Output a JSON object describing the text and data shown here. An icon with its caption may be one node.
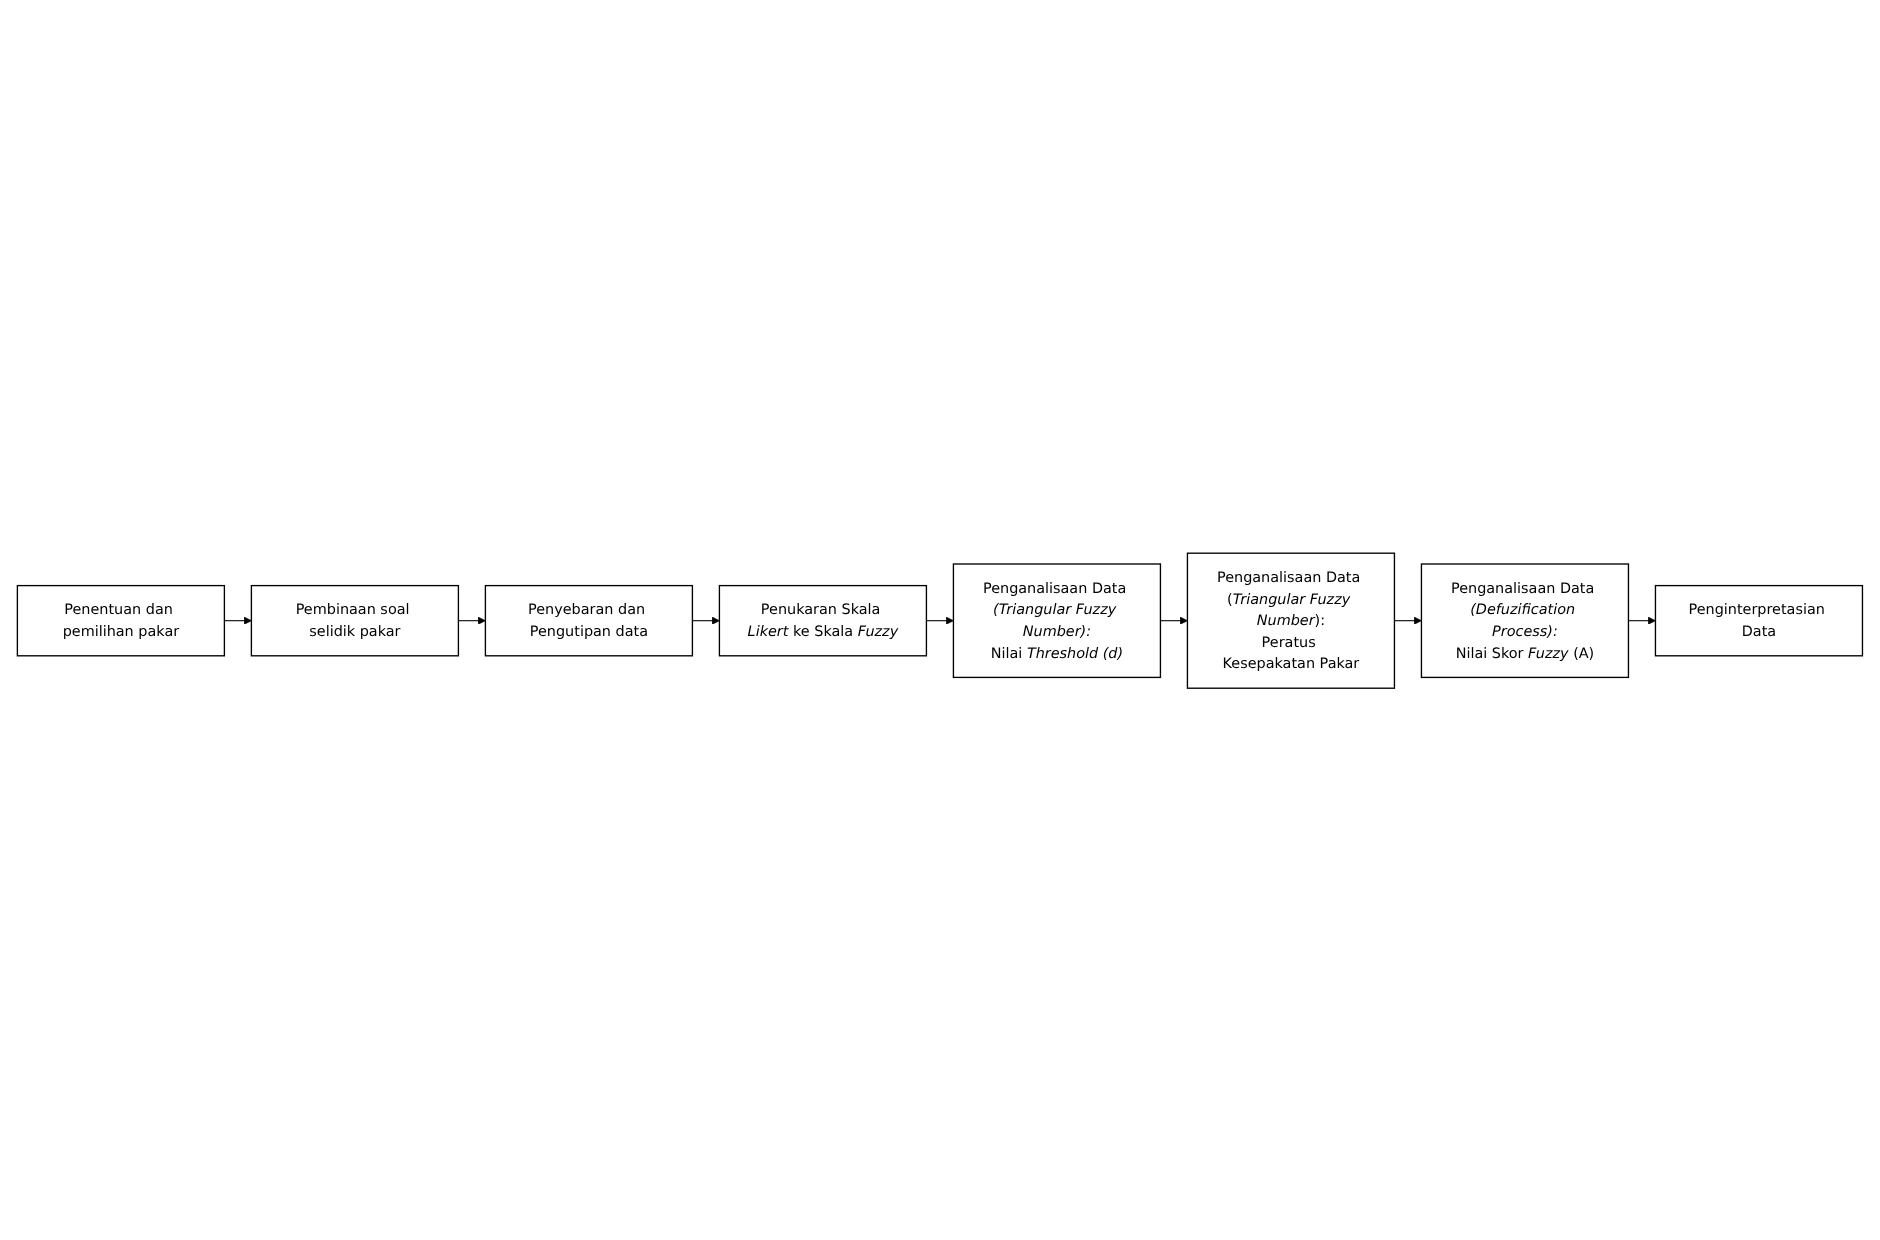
{
  "diagram": {
    "nodes": [
      {
        "text": [
          "Penentuan dan pemilihan pakar"
        ]
      },
      {
        "text": [
          "Pembinaan soal selidik pakar"
        ]
      },
      {
        "text": [
          "Penyebaran dan Pengutipan data"
        ]
      },
      {
        "text": [
          "Penukaran Skala *Likert* ke Skala *Fuzzy*"
        ]
      },
      {
        "text": [
          "Penganalisaan Data *(Triangular Fuzzy Number):*",
          "Nilai *Threshold (d)*"
        ]
      },
      {
        "text": [
          "Penganalisaan Data (*Triangular Fuzzy Number*):",
          "Peratus Kesepakatan Pakar"
        ]
      },
      {
        "text": [
          "Penganalisaan Data *(Defuzification Process):*",
          "Nilai Skor *Fuzzy* (A)"
        ]
      },
      {
        "text": [
          "Penginterpretasian Data"
        ]
      }
    ],
    "edges": [
      {
        "from": 0,
        "to": 1,
        "arrow": "to"
      },
      {
        "from": 1,
        "to": 2,
        "arrow": "to"
      },
      {
        "from": 2,
        "to": 3,
        "arrow": "to"
      },
      {
        "from": 3,
        "to": 4,
        "arrow": "to"
      },
      {
        "from": 4,
        "to": 5,
        "arrow": "to"
      },
      {
        "from": 5,
        "to": 6,
        "arrow": "to"
      },
      {
        "from": 6,
        "to": 7,
        "arrow": "to"
      }
    ]
  }
}
